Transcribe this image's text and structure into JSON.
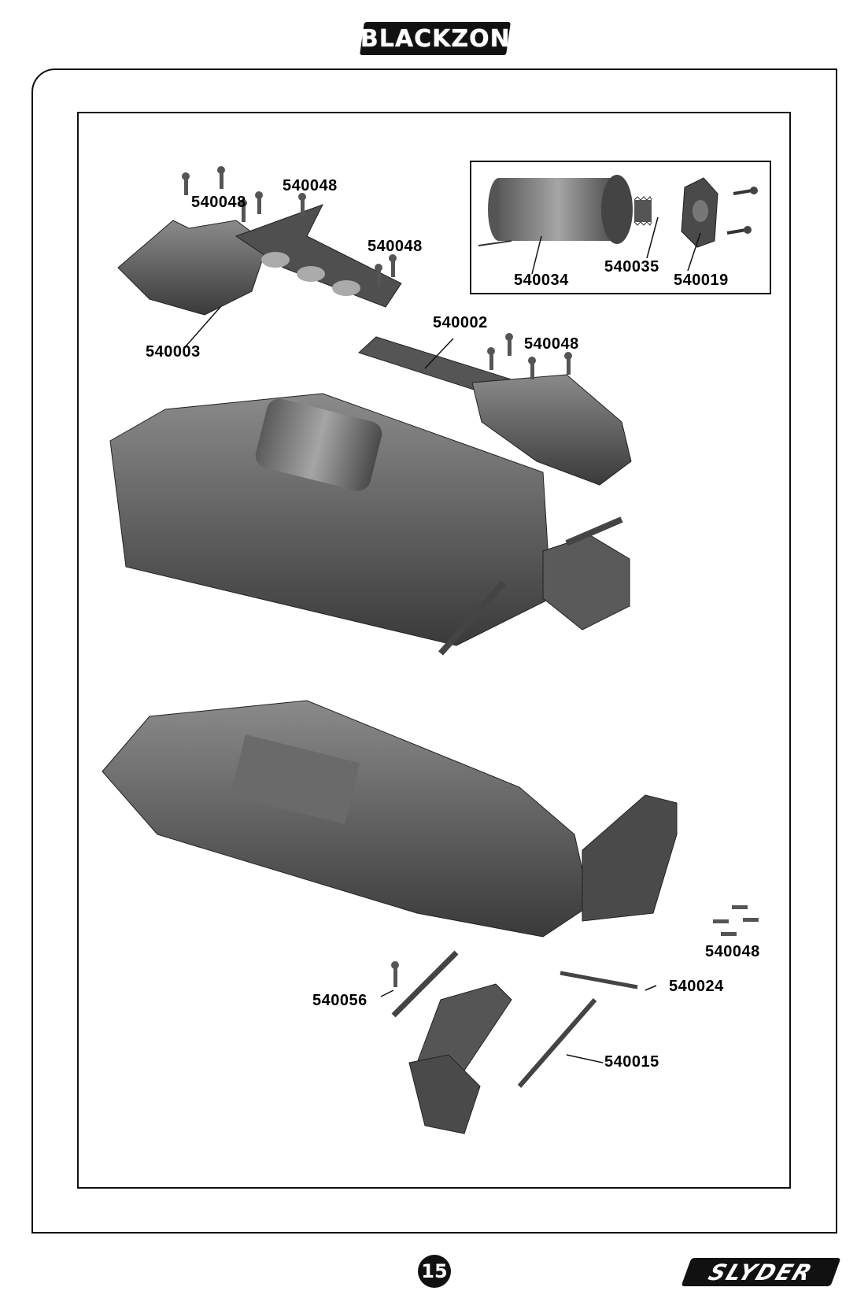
{
  "header": {
    "brand": "BLACKZON"
  },
  "labels": {
    "screws_a": "540048",
    "screws_b": "540048",
    "screws_c": "540048",
    "screws_d": "540048",
    "screws_e": "540048",
    "rear_gearbox": "540003",
    "top_plate": "540002",
    "motor": "540034",
    "pinion": "540035",
    "motor_mount": "540019",
    "servo_saver_screw": "540056",
    "steering_rod": "540024",
    "drive_shaft": "540015"
  },
  "footer": {
    "page_number": "15",
    "model": "SLYDER"
  }
}
